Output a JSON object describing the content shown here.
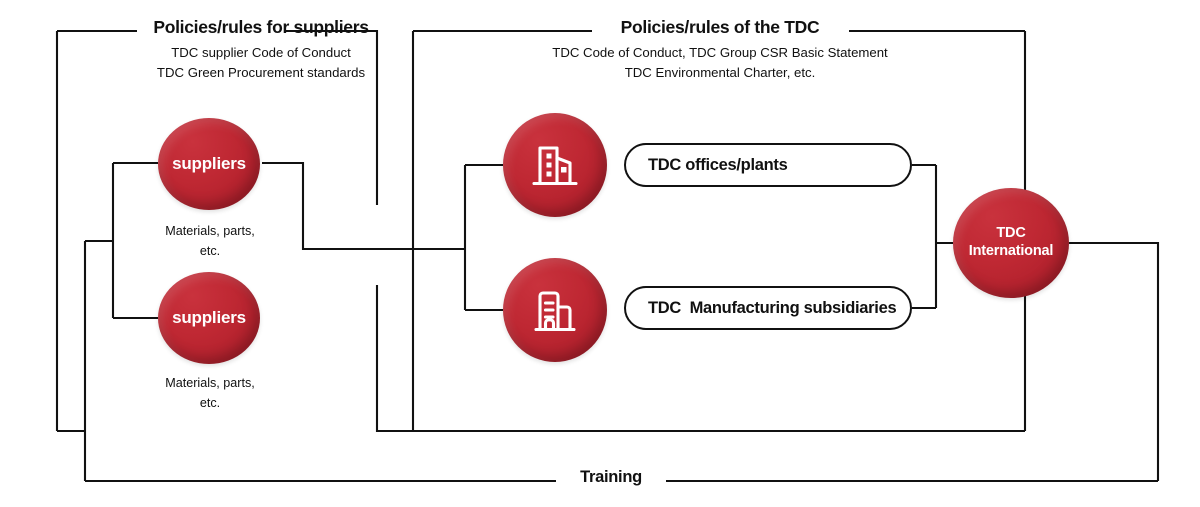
{
  "diagram": {
    "title": "Supply chain CSR governance diagram",
    "accent_color": "#bf2833",
    "line_color": "#111111",
    "background": "#ffffff"
  },
  "headers": {
    "left": {
      "title": "Policies/rules for suppliers",
      "line1": "TDC supplier Code of Conduct",
      "line2": "TDC Green Procurement standards"
    },
    "right": {
      "title": "Policies/rules of the TDC",
      "line1": "TDC  Code of Conduct, TDC Group CSR Basic Statement",
      "line2": "TDC Environmental Charter, etc."
    }
  },
  "suppliers": [
    {
      "label": "suppliers",
      "caption": "Materials, parts,\netc."
    },
    {
      "label": "suppliers",
      "caption": "Materials, parts,\netc."
    }
  ],
  "tdc_nodes": [
    {
      "icon": "office-building-icon",
      "pill_label": "TDC offices/plants"
    },
    {
      "icon": "factory-building-icon",
      "pill_label": "TDC  Manufacturing subsidiaries"
    }
  ],
  "international": {
    "line1": "TDC",
    "line2": "International"
  },
  "footer": {
    "label": "Training"
  }
}
